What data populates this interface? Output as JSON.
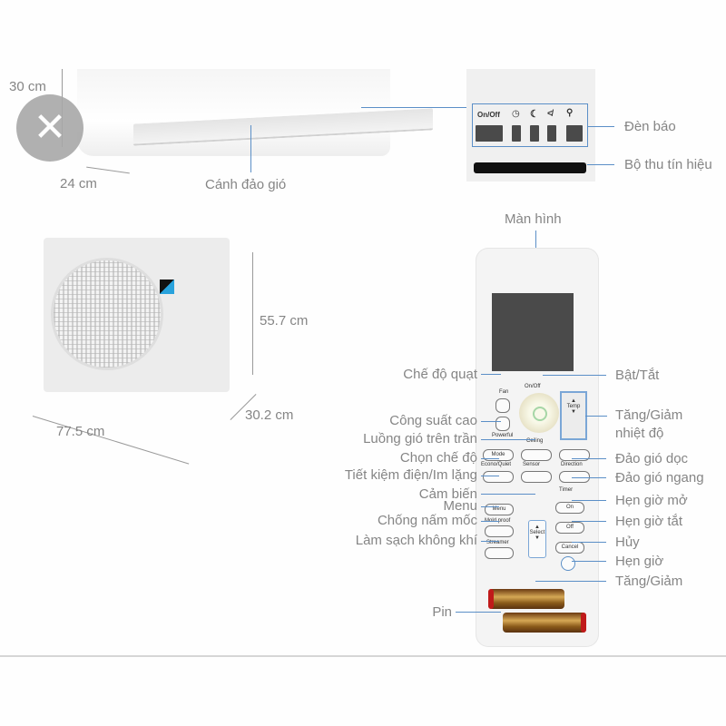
{
  "indoor_unit": {
    "height_label": "30 cm",
    "depth_label": "24 cm",
    "flap_label": "Cánh đảo gió"
  },
  "indicator_panel": {
    "onoff_text": "On/Off",
    "icons": [
      "clock-icon",
      "moon-icon",
      "fan-icon",
      "wifi-icon"
    ],
    "indicator_label": "Đèn báo",
    "receiver_label": "Bộ thu tín hiệu"
  },
  "outdoor_unit": {
    "height_label": "55.7 cm",
    "depth_label": "30.2 cm",
    "width_label": "77.5 cm"
  },
  "remote": {
    "screen_label": "Màn hình",
    "left_labels": [
      "Chế độ quạt",
      "Công suất cao",
      "Luồng gió trên trần",
      "Chọn chế độ",
      "Tiết kiệm điện/Im lặng",
      "Cảm biến",
      "Menu",
      "Chống nấm mốc",
      "Làm sạch không khí",
      "Pin"
    ],
    "right_labels": [
      "Bật/Tắt",
      "Tăng/Giảm nhiệt độ",
      "Đảo gió dọc",
      "Đảo gió ngang",
      "Hẹn giờ mở",
      "Hẹn giờ tắt",
      "Hủy",
      "Hẹn giờ",
      "Tăng/Giảm"
    ],
    "buttons": {
      "fan": "Fan",
      "onoff": "On/Off",
      "temp": "Temp",
      "powerful": "Powerful",
      "ceiling": "Ceiling",
      "mode": "Mode",
      "econo": "Econo/Quiet",
      "sensor": "Sensor",
      "direction": "Direction",
      "menu": "Menu",
      "mold": "Mold proof",
      "streamer": "Streamer",
      "timer": "Timer",
      "on": "On",
      "off": "Off",
      "cancel": "Cancel",
      "select": "Select"
    }
  },
  "close_button": {
    "icon": "close-icon",
    "symbol": "✕"
  },
  "colors": {
    "leader_line": "#5b8fc7",
    "label_text": "#858585"
  }
}
